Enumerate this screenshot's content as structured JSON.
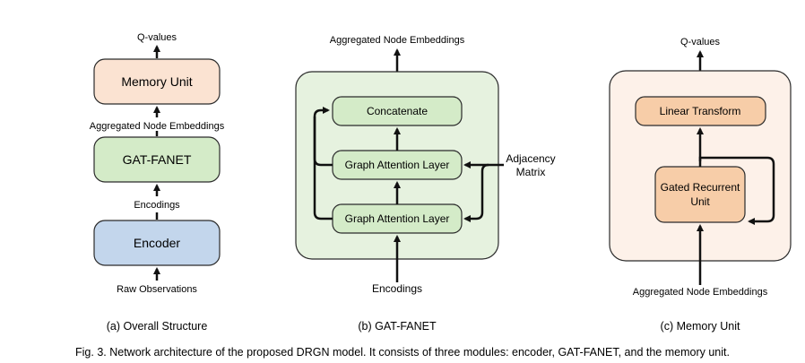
{
  "panel_a": {
    "top_label": "Q-values",
    "memory_unit": "Memory Unit",
    "mid_label": "Aggregated Node Embeddings",
    "gat_fanet": "GAT-FANET",
    "encodings_label": "Encodings",
    "encoder": "Encoder",
    "raw_label": "Raw Observations",
    "caption": "(a) Overall Structure"
  },
  "panel_b": {
    "top_label": "Aggregated Node Embeddings",
    "concatenate": "Concatenate",
    "gal_top": "Graph Attention Layer",
    "gal_bottom": "Graph Attention Layer",
    "adjacency_line1": "Adjacency",
    "adjacency_line2": "Matrix",
    "bottom_label": "Encodings",
    "caption": "(b) GAT-FANET"
  },
  "panel_c": {
    "top_label": "Q-values",
    "linear_transform": "Linear Transform",
    "gru_line1": "Gated Recurrent",
    "gru_line2": "Unit",
    "bottom_label": "Aggregated Node Embeddings",
    "caption": "(c) Memory Unit"
  },
  "figure_caption": "Fig. 3. Network architecture of the proposed DRGN model. It consists of three modules: encoder, GAT-FANET, and the memory unit.",
  "colors": {
    "memory_fill": "#fbe3d2",
    "gat_fill": "#d4ebc8",
    "encoder_fill": "#c3d6ec",
    "panel_b_bg": "#e6f2df",
    "panel_c_bg": "#fdf1e9",
    "orange_fill": "#f7cda8",
    "stroke": "#2b2b2b"
  }
}
